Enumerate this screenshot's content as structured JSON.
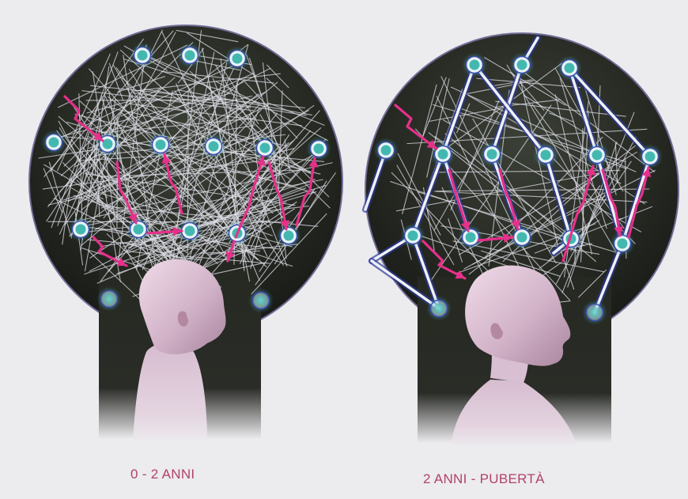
{
  "panels": [
    {
      "id": "left",
      "caption": "0 - 2 ANNI"
    },
    {
      "id": "right",
      "caption": "2 ANNI - PUBERTÀ"
    }
  ],
  "colors": {
    "background": "#ecebee",
    "node_fill": "#43b8b0",
    "node_ring": "#e8f4f6",
    "connection": "#dcdce6",
    "signal": "#e6308a",
    "caption": "#b0426a",
    "head_bg_top": "#2c2f2a",
    "head_bg_bottom": "#1b1d1b",
    "figure": "#d9bfd2"
  }
}
